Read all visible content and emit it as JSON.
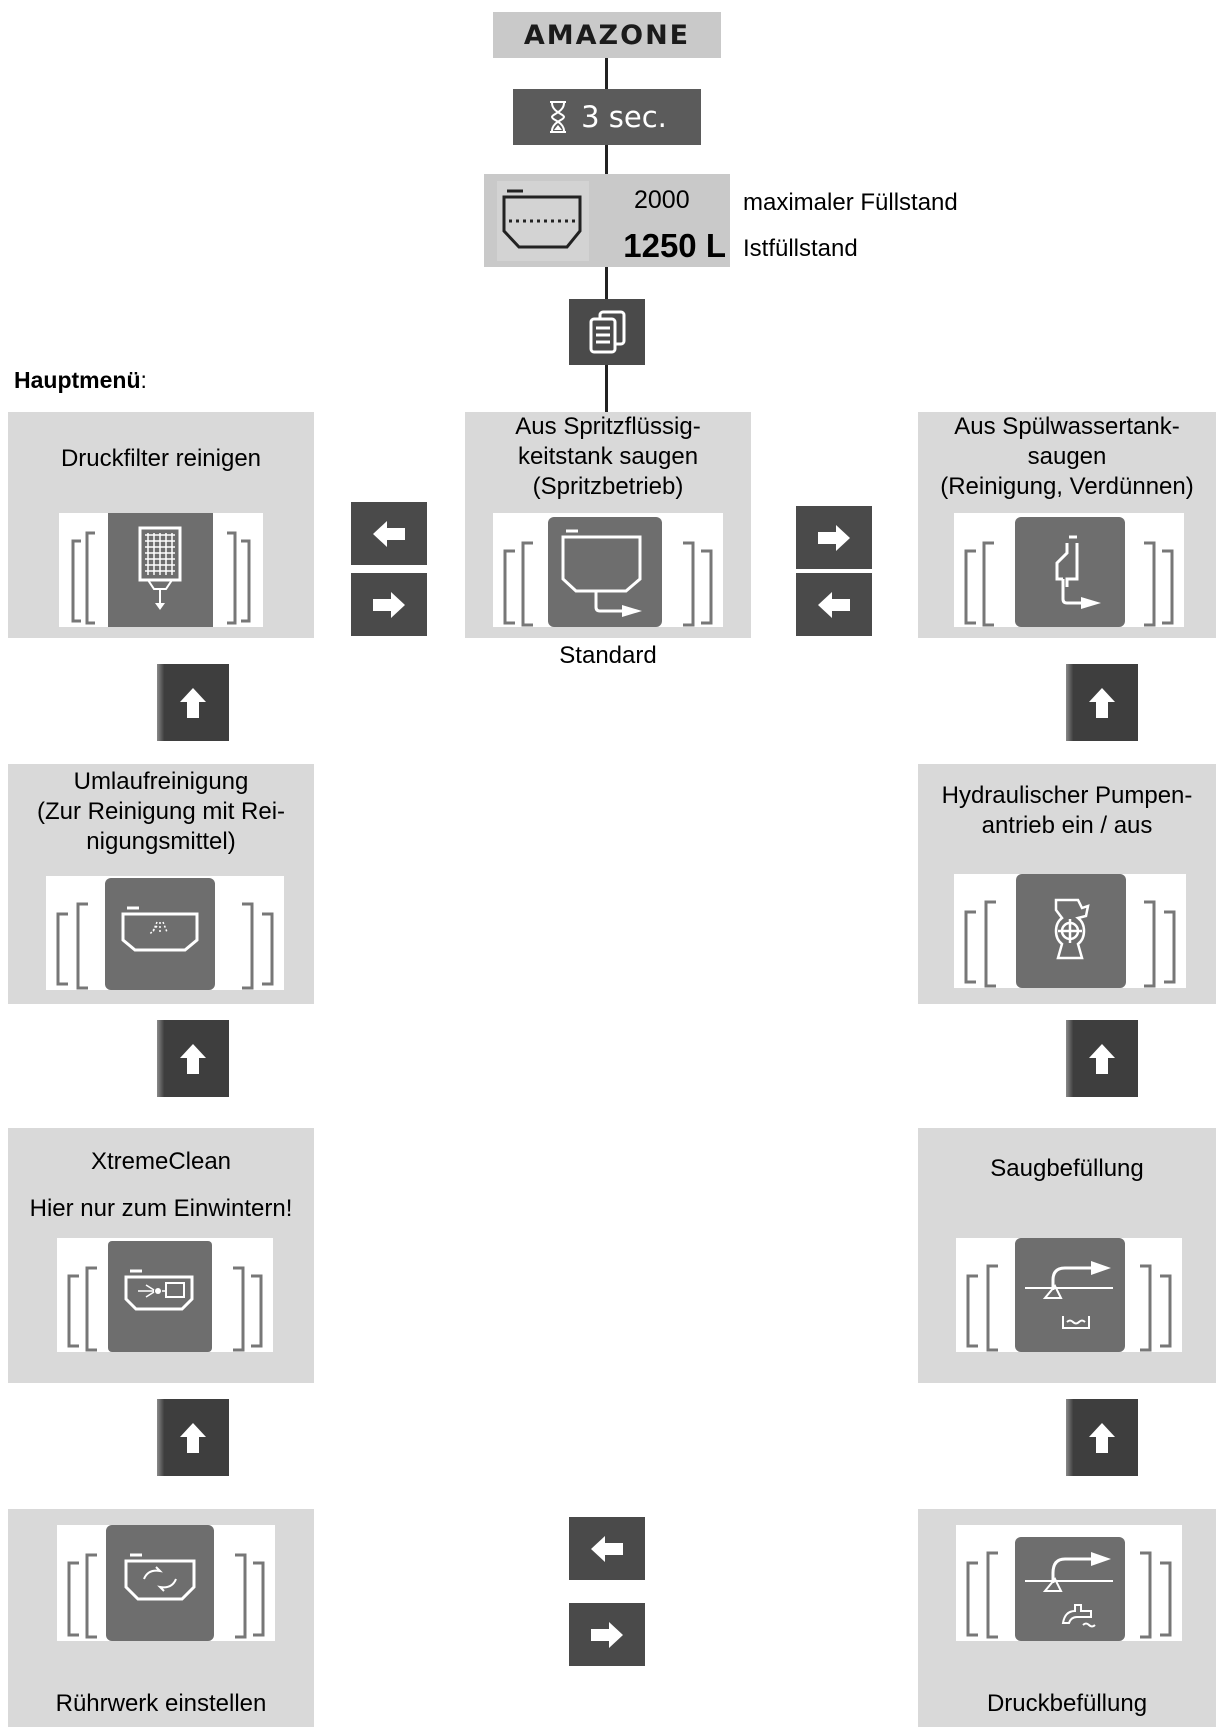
{
  "brand": "AMAZONE",
  "timer": {
    "label": "3 sec.",
    "icon": "hourglass-icon"
  },
  "fill_level": {
    "max_value": "2000",
    "current_value": "1250 L",
    "max_label": "maximaler Füllstand",
    "current_label": "Istfüllstand"
  },
  "menu_icon": "document-list-icon",
  "heading": {
    "bold": "Hauptmenü",
    "suffix": ":"
  },
  "panels": {
    "druckfilter": {
      "title": "Druckfilter reinigen",
      "icon": "pressure-filter-icon"
    },
    "spritzbetrieb": {
      "line1": "Aus Spritzflüssig-",
      "line2": "keitstank saugen",
      "line3": "(Spritzbetrieb)",
      "caption": "Standard",
      "icon": "spray-tank-suction-icon"
    },
    "spuelwasser": {
      "line1": "Aus Spülwassertank-",
      "line2": "saugen",
      "line3": "(Reinigung, Verdünnen)",
      "icon": "flush-tank-suction-icon"
    },
    "umlauf": {
      "line1": "Umlaufreinigung",
      "line2": "(Zur Reinigung mit Rei-",
      "line3": "nigungsmittel)",
      "icon": "circulation-cleaning-icon"
    },
    "pumpe": {
      "line1": "Hydraulischer Pumpen-",
      "line2": "antrieb ein / aus",
      "icon": "hydraulic-pump-icon"
    },
    "xtreme": {
      "line1": "XtremeClean",
      "line2": "Hier nur zum Einwintern!",
      "icon": "xtremeclean-icon"
    },
    "saug": {
      "title": "Saugbefüllung",
      "icon": "suction-filling-icon"
    },
    "ruehrwerk": {
      "caption": "Rührwerk einstellen",
      "icon": "agitator-icon"
    },
    "druck": {
      "caption": "Druckbefüllung",
      "icon": "pressure-filling-icon"
    }
  },
  "colors": {
    "panel": "#d9d9d9",
    "icon_box": "#6e6e6e",
    "button": "#4a4a4a",
    "logo_bg": "#c9c9c9"
  }
}
